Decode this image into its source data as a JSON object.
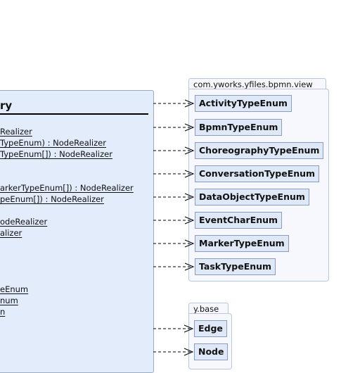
{
  "class_box": {
    "title": "ry",
    "members": [
      "Realizer",
      "TypeEnum) : NodeRealizer",
      "TypeEnum[]) : NodeRealizer",
      "arkerTypeEnum[]) : NodeRealizer",
      "peEnum[]) : NodeRealizer",
      "odeRealizer",
      "alizer",
      "eEnum",
      "num",
      "n"
    ]
  },
  "packages": [
    {
      "name": "com.yworks.yfiles.bpmn.view",
      "classes": [
        "ActivityTypeEnum",
        "BpmnTypeEnum",
        "ChoreographyTypeEnum",
        "ConversationTypeEnum",
        "DataObjectTypeEnum",
        "EventCharEnum",
        "MarkerTypeEnum",
        "TaskTypeEnum"
      ]
    },
    {
      "name": "y.base",
      "classes": [
        "Edge",
        "Node"
      ]
    }
  ],
  "colors": {
    "class_fill": "#e3ecfa",
    "enum_fill": "#dfe8f7",
    "package_fill": "#f7f8fd",
    "border": "#8a9dc0"
  }
}
